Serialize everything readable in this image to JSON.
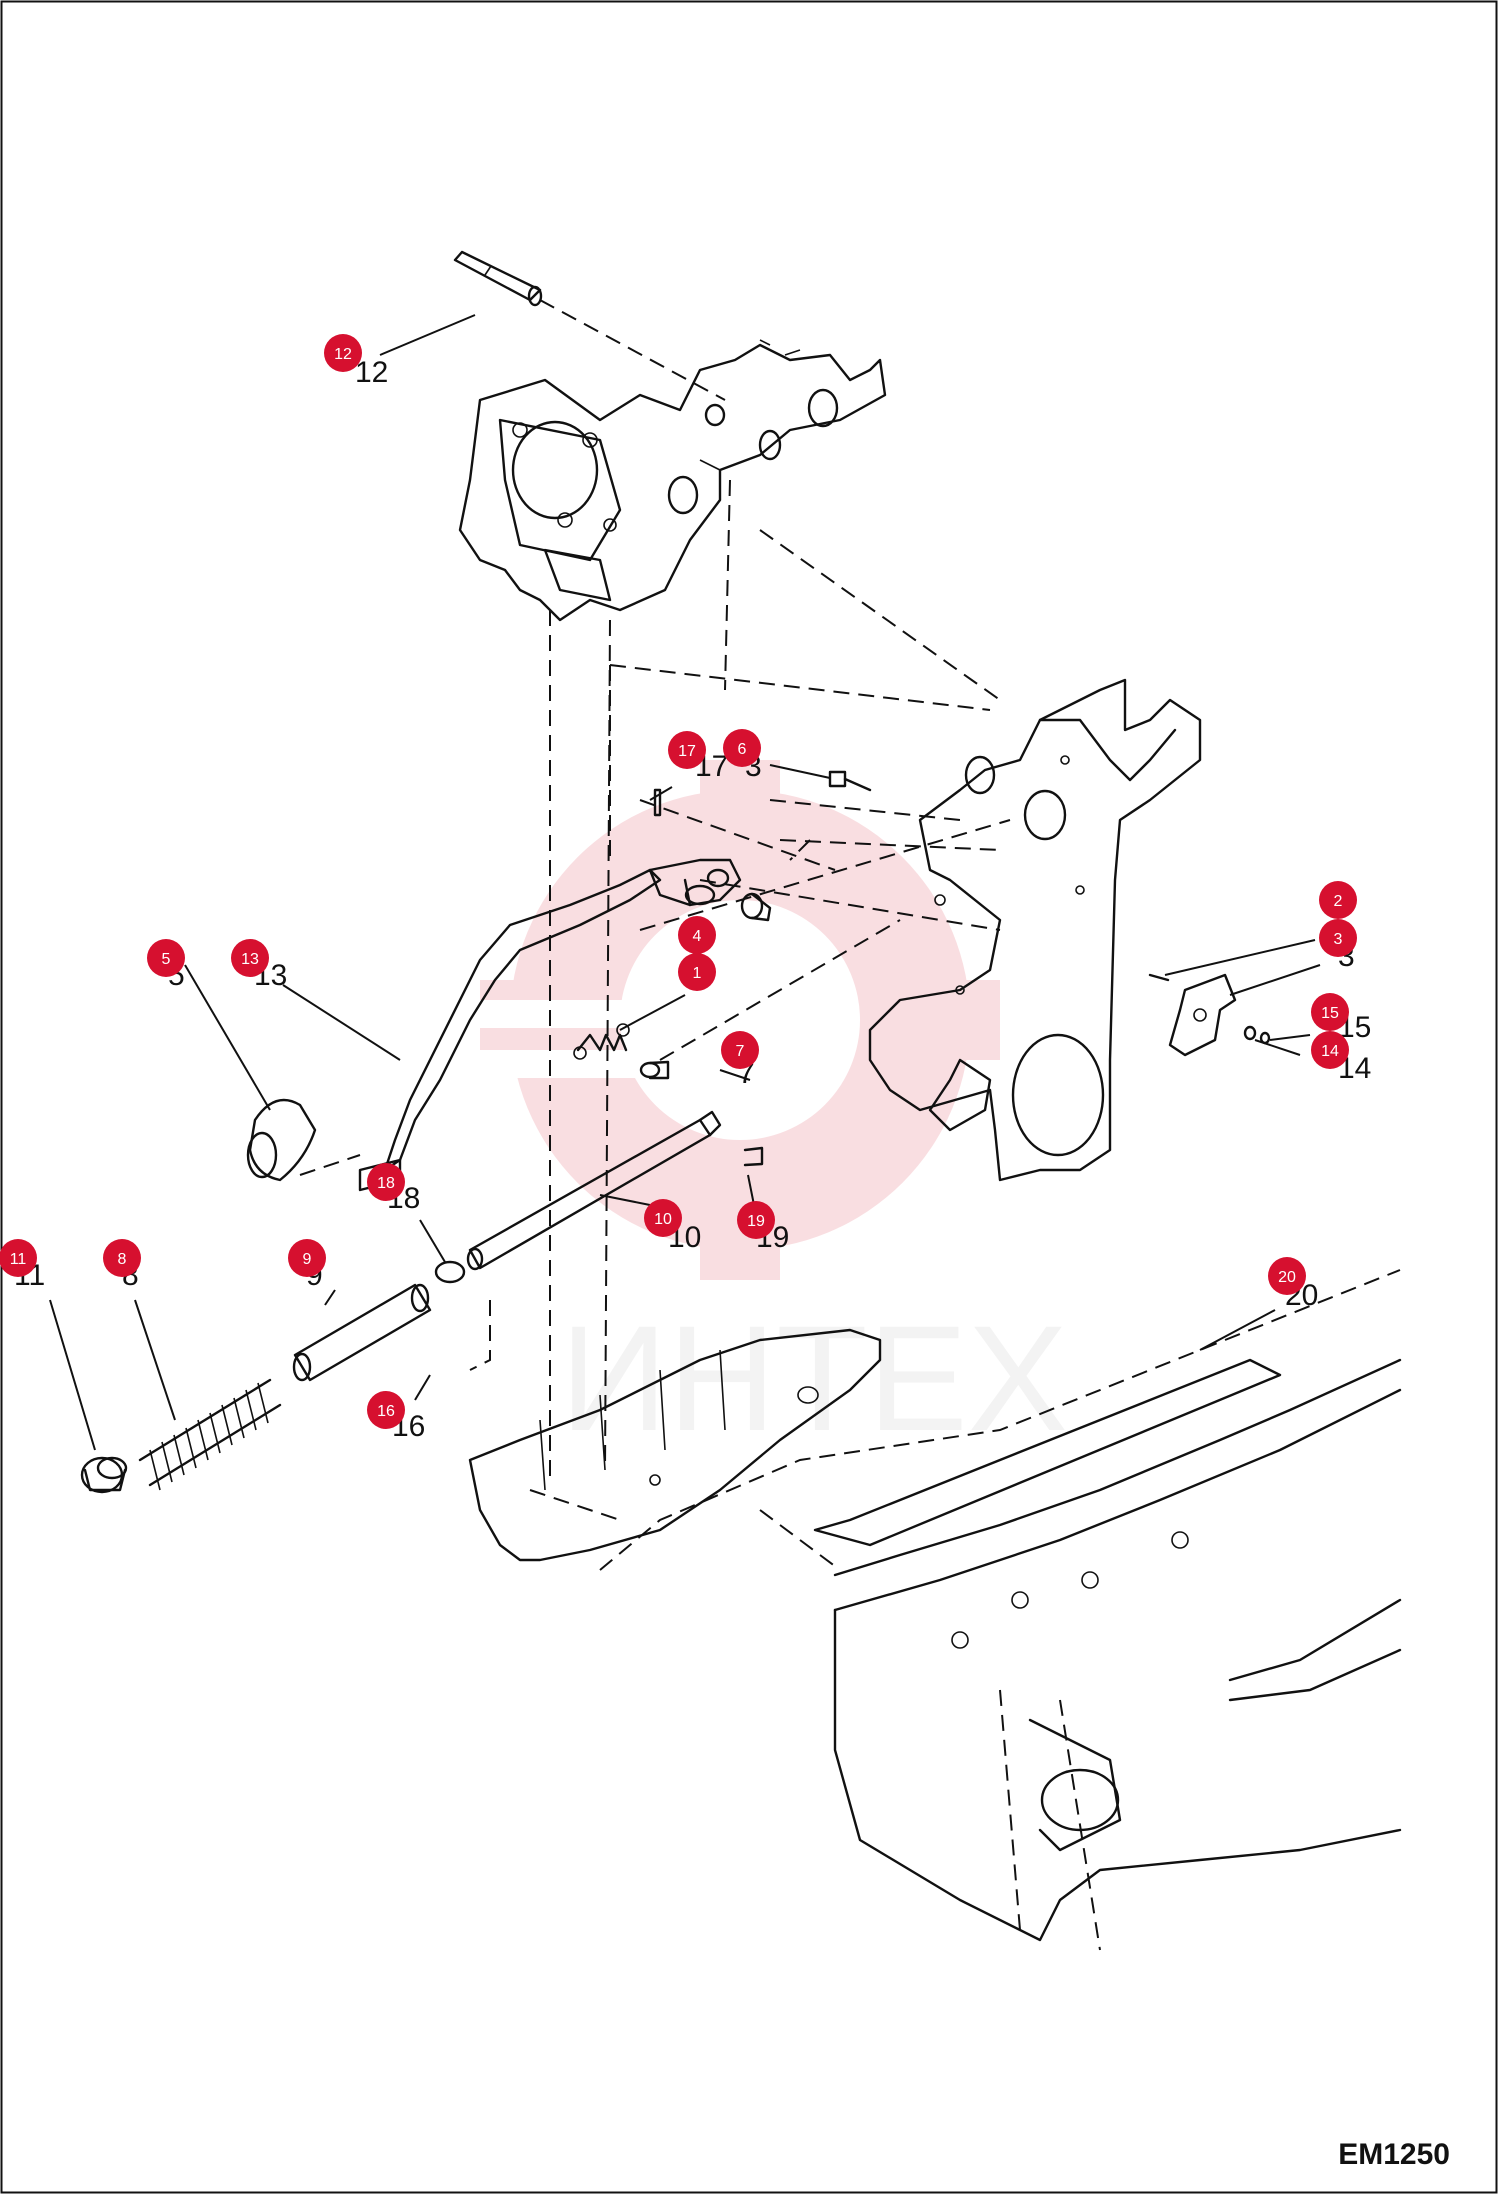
{
  "drawing_code": "EM1250",
  "watermark": "ИНТЕХ",
  "callouts": [
    {
      "badge": "1",
      "label": ""
    },
    {
      "badge": "2",
      "label": ""
    },
    {
      "badge": "3",
      "label": "3"
    },
    {
      "badge": "4",
      "label": ""
    },
    {
      "badge": "5",
      "label": "5"
    },
    {
      "badge": "6",
      "label": "3"
    },
    {
      "badge": "7",
      "label": "7"
    },
    {
      "badge": "8",
      "label": "8"
    },
    {
      "badge": "9",
      "label": "9"
    },
    {
      "badge": "10",
      "label": "10"
    },
    {
      "badge": "11",
      "label": "11"
    },
    {
      "badge": "12",
      "label": "12"
    },
    {
      "badge": "13",
      "label": "13"
    },
    {
      "badge": "14",
      "label": "14"
    },
    {
      "badge": "15",
      "label": "15"
    },
    {
      "badge": "16",
      "label": "16"
    },
    {
      "badge": "17",
      "label": "17"
    },
    {
      "badge": "18",
      "label": "18"
    },
    {
      "badge": "19",
      "label": "19"
    },
    {
      "badge": "20",
      "label": "20"
    }
  ],
  "colors": {
    "badge": "#d6102f",
    "line": "#111111",
    "watermark": "#e9e9e9"
  }
}
